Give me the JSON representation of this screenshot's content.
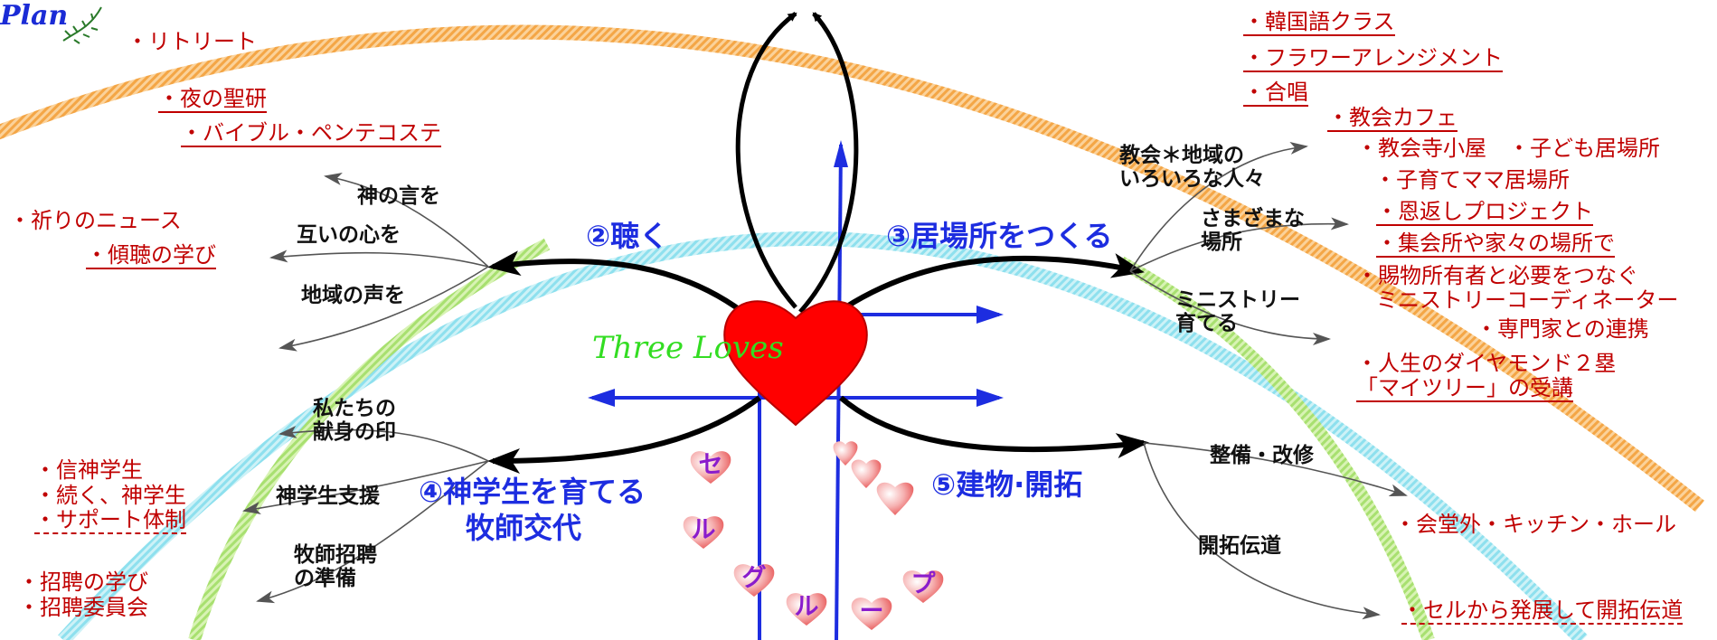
{
  "brand": "Plan",
  "center_label": "Three Loves",
  "sections": {
    "listen": "②聴く",
    "place": "③居場所をつくる",
    "students": "④神学生を育てる",
    "pastor": "牧師交代",
    "building": "⑤建物·開拓"
  },
  "branches": {
    "word": "神の言を",
    "hearts": "互いの心を",
    "community": "地域の声を",
    "church_people_1": "教会＊地域の",
    "church_people_2": "いろいろな人々",
    "places_1": "さまざまな",
    "places_2": "場所",
    "ministry_1": "ミニストリー",
    "ministry_2": "育てる",
    "devotion_1": "私たちの",
    "devotion_2": "献身の印",
    "support": "神学生支援",
    "call_1": "牧師招聘",
    "call_2": "の準備",
    "repair": "整備・改修",
    "pioneer": "開拓伝道"
  },
  "notes": {
    "retreat": "・リトリート",
    "night": "・夜の聖研",
    "bible": "・バイブル・ペンテコステ",
    "prayer": "・祈りのニュース",
    "listening": "・傾聴の学び",
    "korean": "・韓国語クラス",
    "flower": "・フラワーアレンジメント",
    "choir": "・合唱",
    "cafe": "・教会カフェ",
    "hut": "・教会寺小屋　・子ども居場所",
    "mama": "・子育てママ居場所",
    "ongaeshi": "・恩返しプロジェクト",
    "assembly": "・集会所や家々の場所で",
    "gift_1": "・賜物所有者と必要をつなぐ",
    "gift_2": "ミニストリーコーディネーター",
    "expert": "・専門家との連携",
    "diamond_1": "・人生のダイヤモンド２塁",
    "diamond_2": "「マイツリー」の受講",
    "student_1": "・信神学生",
    "student_2": "・続く、神学生",
    "student_3": "・サポート体制",
    "call_study": "・招聘の学び",
    "call_committee": "・招聘委員会",
    "hall": "・会堂外・キッチン・ホール",
    "cell_pioneer": "・セルから発展して開拓伝道"
  },
  "cell_group": [
    "セ",
    "ル",
    "グ",
    "ル",
    "ー",
    "プ"
  ],
  "colors": {
    "outer_arc": "#f4a646",
    "mid_arc": "#8ee0ee",
    "inner_arc": "#a8e070",
    "cross": "#1d2de0",
    "heart": "#ff0000",
    "note_text": "#c00000",
    "heading": "#1d2de0",
    "center_label": "#33dd22",
    "cell_heart": "#f08a8a",
    "cell_text": "#8a1ccc"
  }
}
